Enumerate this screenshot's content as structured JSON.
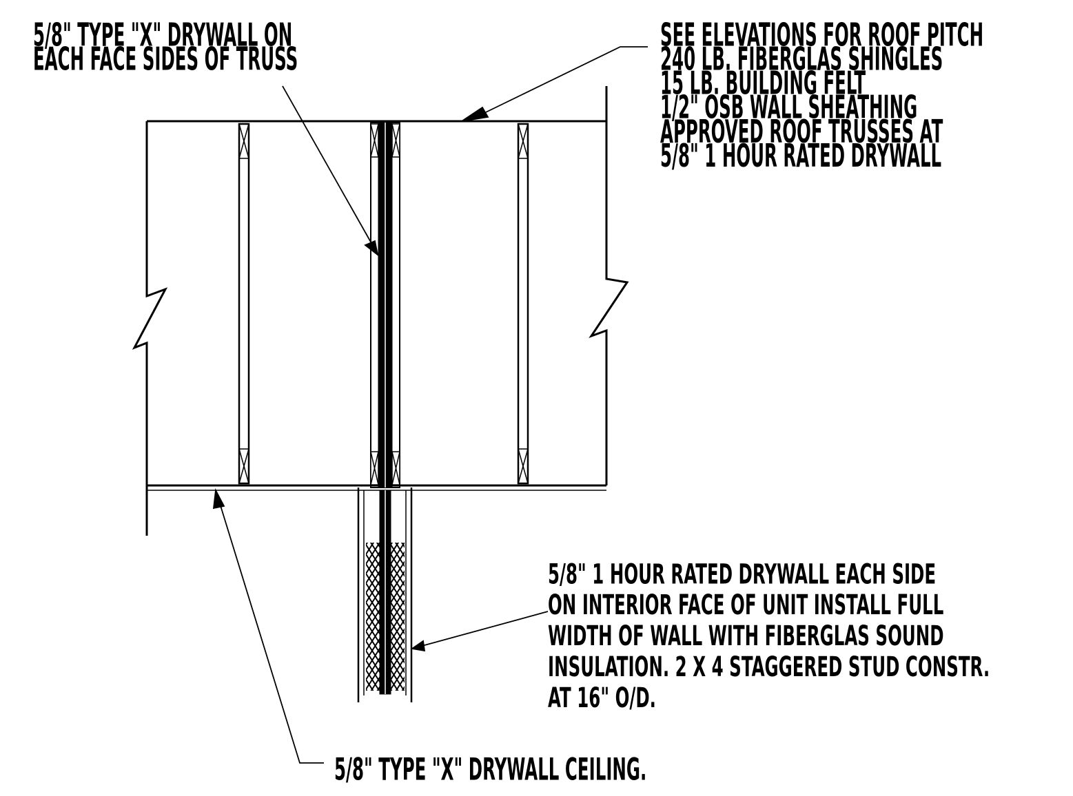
{
  "notes": {
    "truss_drywall": {
      "lines": [
        "5/8\" TYPE \"X\" DRYWALL ON",
        "EACH FACE SIDES OF TRUSS"
      ]
    },
    "roof_assembly": {
      "lines": [
        "SEE ELEVATIONS FOR ROOF PITCH",
        "240 LB. FIBERGLAS SHINGLES",
        "15 LB. BUILDING FELT",
        "1/2\" OSB WALL SHEATHING",
        "APPROVED ROOF TRUSSES AT",
        "5/8\" 1 HOUR RATED DRYWALL"
      ]
    },
    "party_wall": {
      "lines": [
        "5/8\" 1 HOUR RATED DRYWALL EACH SIDE",
        "ON INTERIOR FACE OF UNIT INSTALL FULL",
        "WIDTH OF WALL WITH FIBERGLAS SOUND",
        "INSULATION.  2 X 4 STAGGERED STUD CONSTR.",
        "AT 16\" O/D."
      ]
    },
    "ceiling": {
      "lines": [
        "5/8\" TYPE \"X\" DRYWALL CEILING."
      ]
    }
  }
}
